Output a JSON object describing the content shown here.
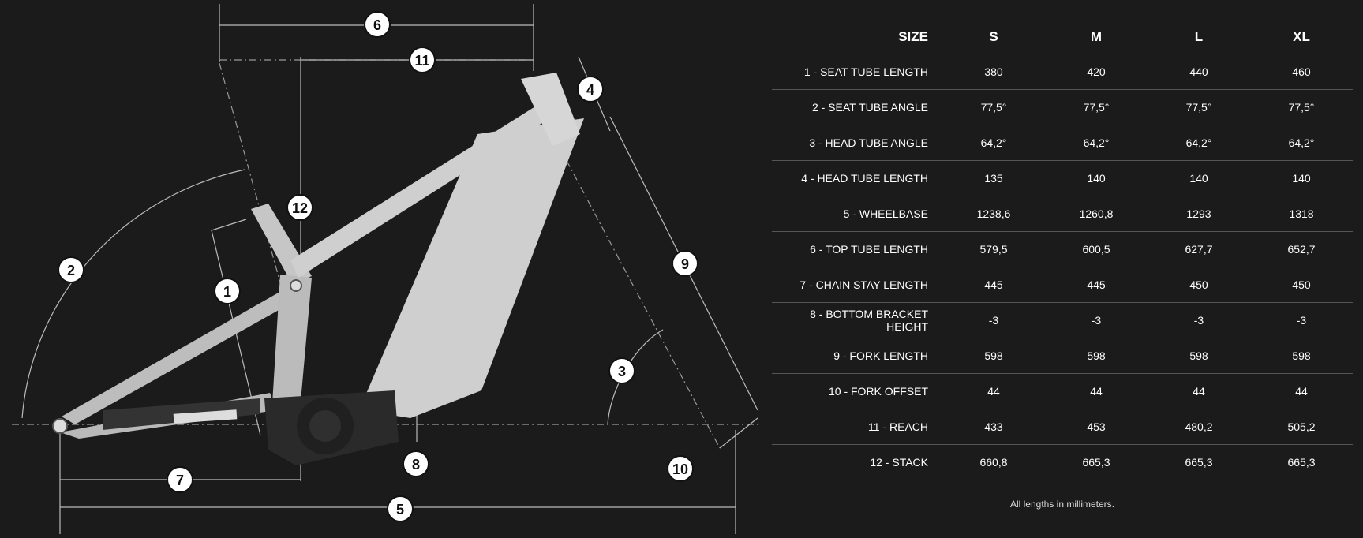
{
  "markers": [
    "1",
    "2",
    "3",
    "4",
    "5",
    "6",
    "7",
    "8",
    "9",
    "10",
    "11",
    "12"
  ],
  "table": {
    "header": [
      "SIZE",
      "S",
      "M",
      "L",
      "XL"
    ],
    "rows": [
      {
        "label": "1 - SEAT TUBE LENGTH",
        "values": [
          "380",
          "420",
          "440",
          "460"
        ]
      },
      {
        "label": "2 - SEAT TUBE ANGLE",
        "values": [
          "77,5°",
          "77,5°",
          "77,5°",
          "77,5°"
        ]
      },
      {
        "label": "3 - HEAD TUBE ANGLE",
        "values": [
          "64,2°",
          "64,2°",
          "64,2°",
          "64,2°"
        ]
      },
      {
        "label": "4 - HEAD TUBE LENGTH",
        "values": [
          "135",
          "140",
          "140",
          "140"
        ]
      },
      {
        "label": "5 - WHEELBASE",
        "values": [
          "1238,6",
          "1260,8",
          "1293",
          "1318"
        ]
      },
      {
        "label": "6 - TOP TUBE LENGTH",
        "values": [
          "579,5",
          "600,5",
          "627,7",
          "652,7"
        ]
      },
      {
        "label": "7 - CHAIN STAY LENGTH",
        "values": [
          "445",
          "445",
          "450",
          "450"
        ]
      },
      {
        "label": "8 - BOTTOM BRACKET HEIGHT",
        "values": [
          "-3",
          "-3",
          "-3",
          "-3"
        ]
      },
      {
        "label": "9 - FORK LENGTH",
        "values": [
          "598",
          "598",
          "598",
          "598"
        ]
      },
      {
        "label": "10 - FORK OFFSET",
        "values": [
          "44",
          "44",
          "44",
          "44"
        ]
      },
      {
        "label": "11 - REACH",
        "values": [
          "433",
          "453",
          "480,2",
          "505,2"
        ]
      },
      {
        "label": "12 - STACK",
        "values": [
          "660,8",
          "665,3",
          "665,3",
          "665,3"
        ]
      }
    ]
  },
  "note": "All lengths in millimeters.",
  "colors": {
    "background": "#1b1b1b",
    "frame": "#c9c9c9",
    "motor": "#2a2a2a",
    "divider": "#555555"
  }
}
